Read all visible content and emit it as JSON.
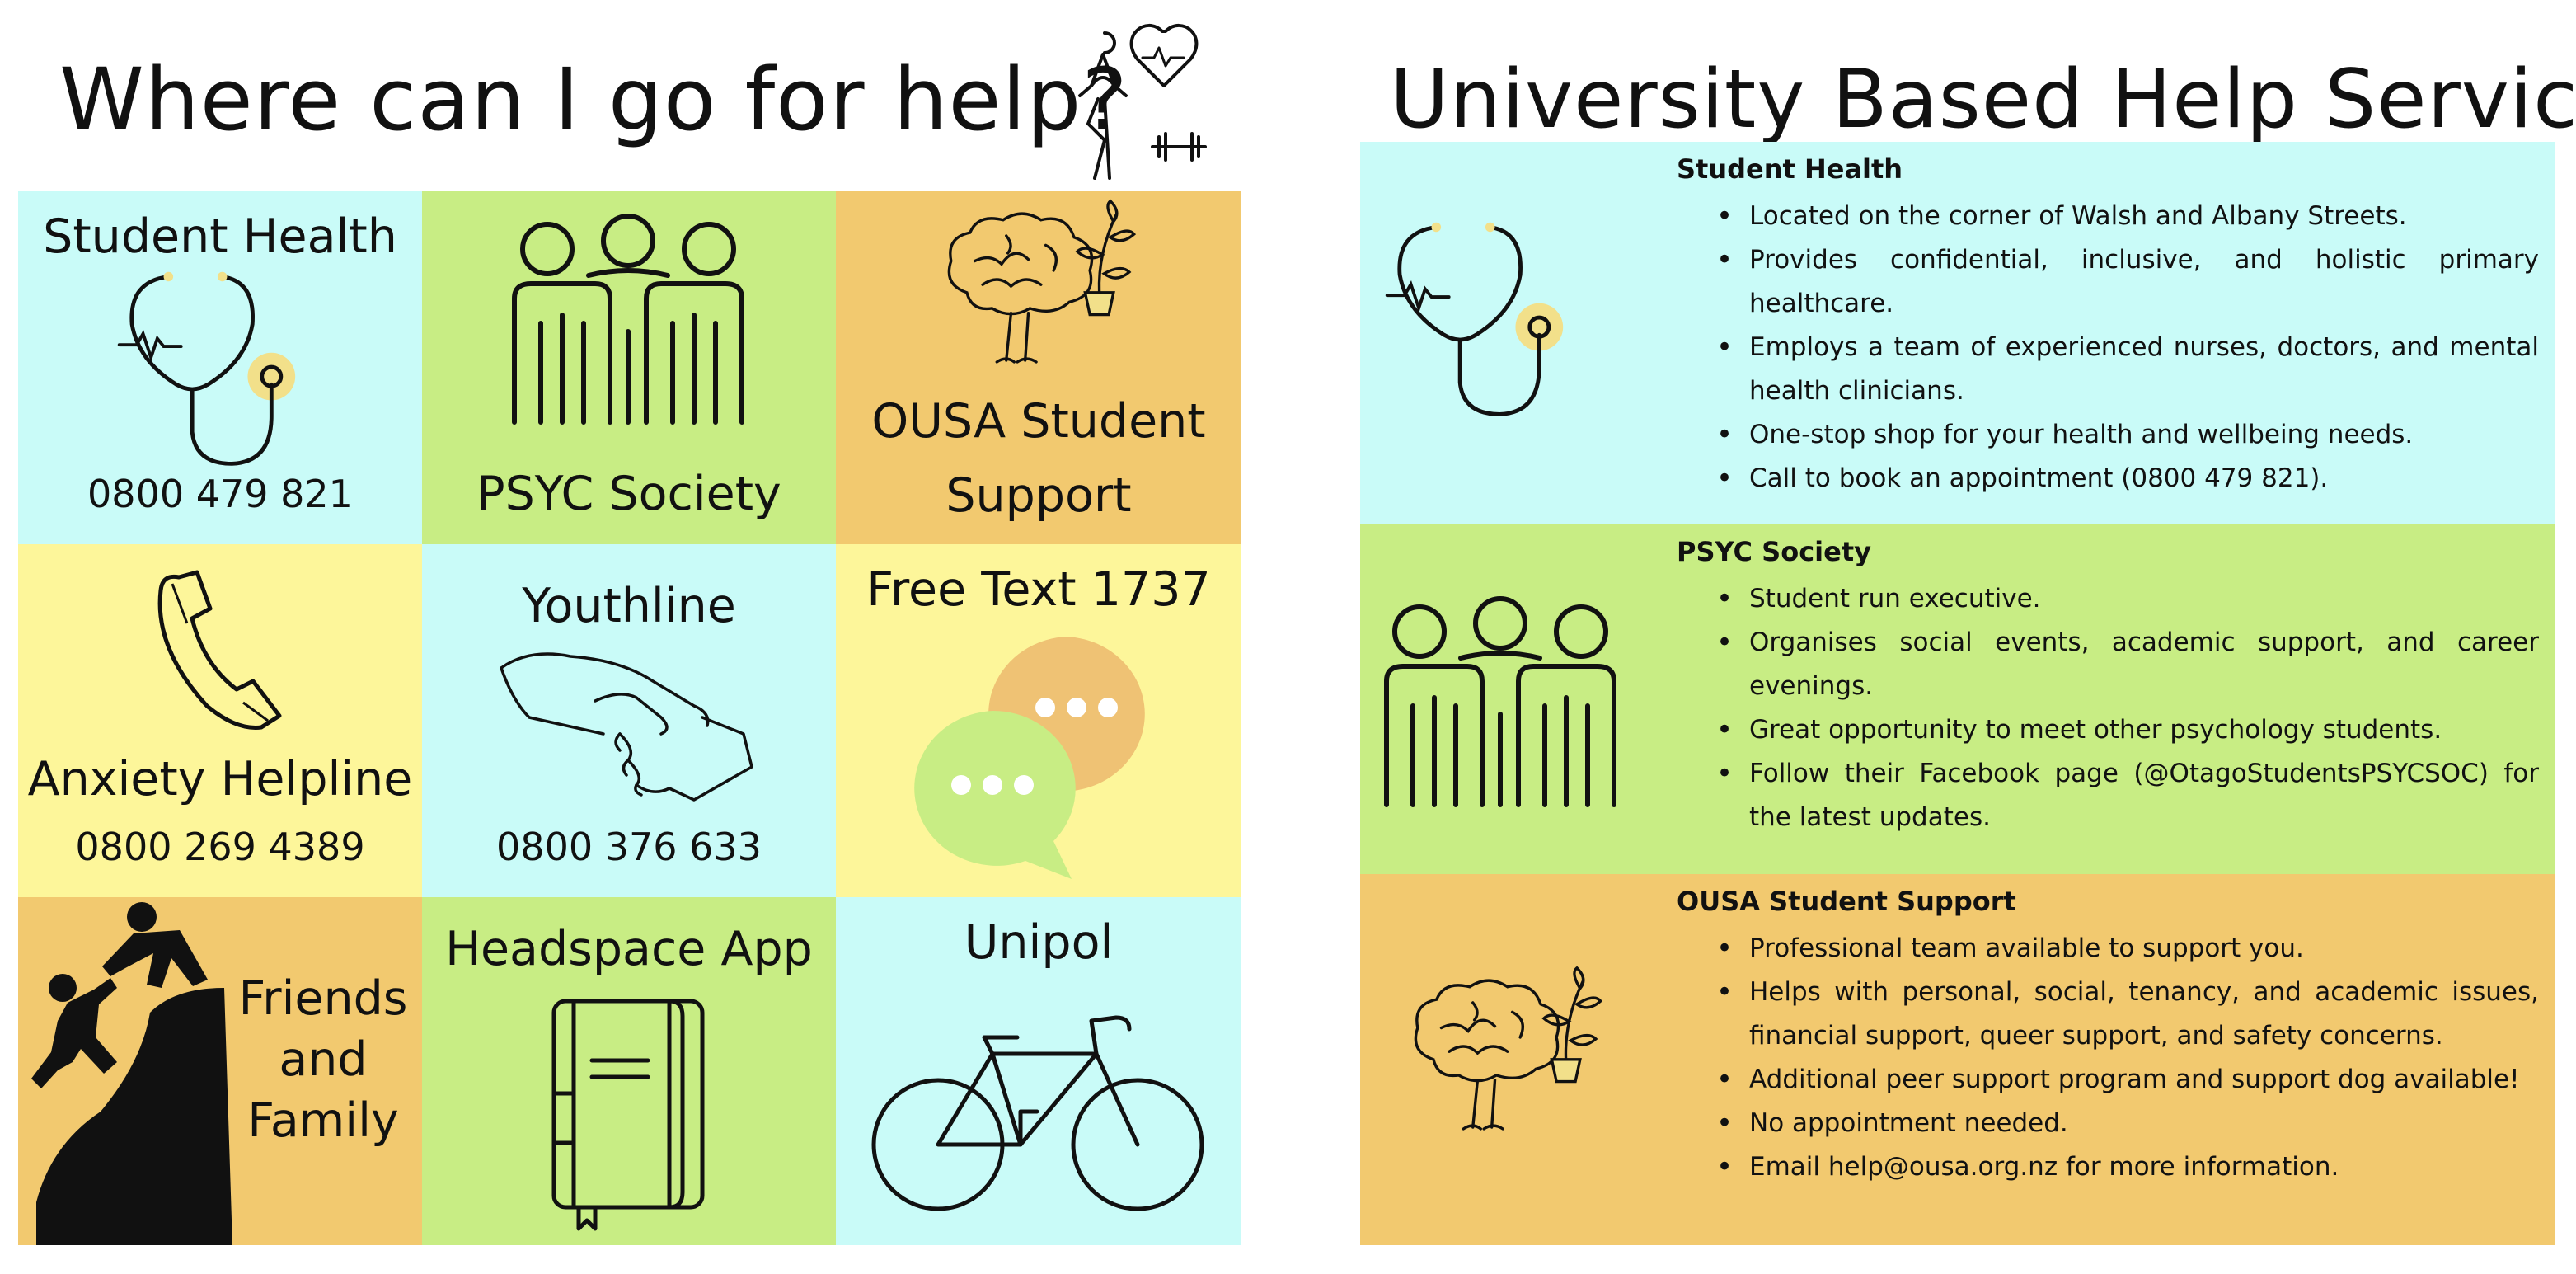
{
  "left": {
    "title": "Where can I go for help?",
    "tiles": [
      {
        "label": "Student Health",
        "phone": "0800 479 821",
        "icon": "stethoscope-icon",
        "color": "#c9fbf8"
      },
      {
        "label": "PSYC Society",
        "icon": "group-people-icon",
        "color": "#c8ed84"
      },
      {
        "label_line1": "OUSA Student",
        "label_line2": "Support",
        "icon": "brain-plant-icon",
        "color": "#f2c96f"
      },
      {
        "label": "Anxiety Helpline",
        "phone": "0800 269 4389",
        "icon": "telephone-icon",
        "color": "#fdf69a"
      },
      {
        "label": "Youthline",
        "phone": "0800 376 633",
        "icon": "handshake-icon",
        "color": "#c9fbf8"
      },
      {
        "label": "Free Text 1737",
        "icon": "chat-bubbles-icon",
        "color": "#fdf69a"
      },
      {
        "label_line1": "Friends",
        "label_line2": "and",
        "label_line3": "Family",
        "icon": "climbers-helping-icon",
        "color": "#f2c96f"
      },
      {
        "label": "Headspace App",
        "icon": "notebook-icon",
        "color": "#c8ed84"
      },
      {
        "label": "Unipol",
        "icon": "bicycle-icon",
        "color": "#c9fbf8"
      }
    ]
  },
  "right": {
    "title": "University Based Help Services",
    "sections": [
      {
        "title": "Student Health",
        "icon": "stethoscope-icon",
        "color": "#c9fbf8",
        "bullets": [
          "Located on the corner of Walsh and Albany Streets.",
          "Provides confidential, inclusive, and holistic primary healthcare.",
          "Employs a team of experienced nurses, doctors, and mental health clinicians.",
          "One-stop shop for your health and wellbeing needs.",
          "Call to book an appointment (0800 479 821)."
        ]
      },
      {
        "title": "PSYC Society",
        "icon": "group-people-icon",
        "color": "#c8ed84",
        "bullets": [
          "Student run executive.",
          "Organises social events, academic support, and career evenings.",
          "Great opportunity to meet other psychology students.",
          "Follow their Facebook page (@OtagoStudentsPSYCSOC) for the latest updates."
        ]
      },
      {
        "title": "OUSA Student Support",
        "icon": "brain-plant-icon",
        "color": "#f2c96f",
        "bullets": [
          "Professional team available to support you.",
          "Helps with personal, social, tenancy, and academic issues, financial support, queer support, and safety concerns.",
          "Additional peer support program and support dog available!",
          "No appointment needed.",
          "Email help@ousa.org.nz for more information."
        ]
      }
    ]
  }
}
